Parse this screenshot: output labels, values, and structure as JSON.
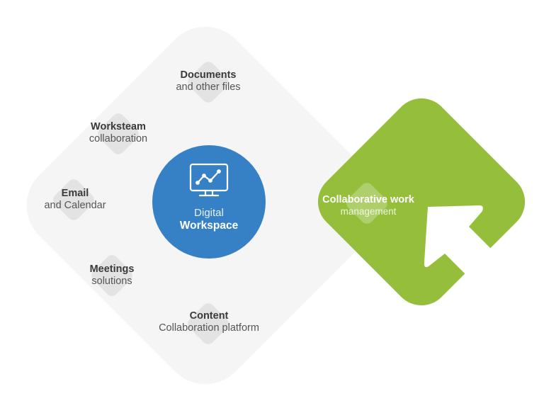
{
  "colors": {
    "background_diamond": "#f5f5f5",
    "item_badge": "#e3e3e3",
    "center_circle": "#3681c6",
    "green_diamond": "#95bf3b",
    "arrow": "#ffffff",
    "title_text": "#3a3a3a",
    "sub_text": "#555555"
  },
  "center": {
    "icon": "monitor-chart-icon",
    "line1": "Digital",
    "line2": "Workspace"
  },
  "items": [
    {
      "title": "Documents",
      "subtitle": "and other files"
    },
    {
      "title": "Worksteam",
      "subtitle": "collaboration"
    },
    {
      "title": "Email",
      "subtitle": "and Calendar"
    },
    {
      "title": "Meetings",
      "subtitle": "solutions"
    },
    {
      "title": "Content",
      "subtitle": "Collaboration platform"
    }
  ],
  "highlight": {
    "title": "Collaborative work",
    "subtitle": "management",
    "icon": "arrow-up-left-icon"
  }
}
